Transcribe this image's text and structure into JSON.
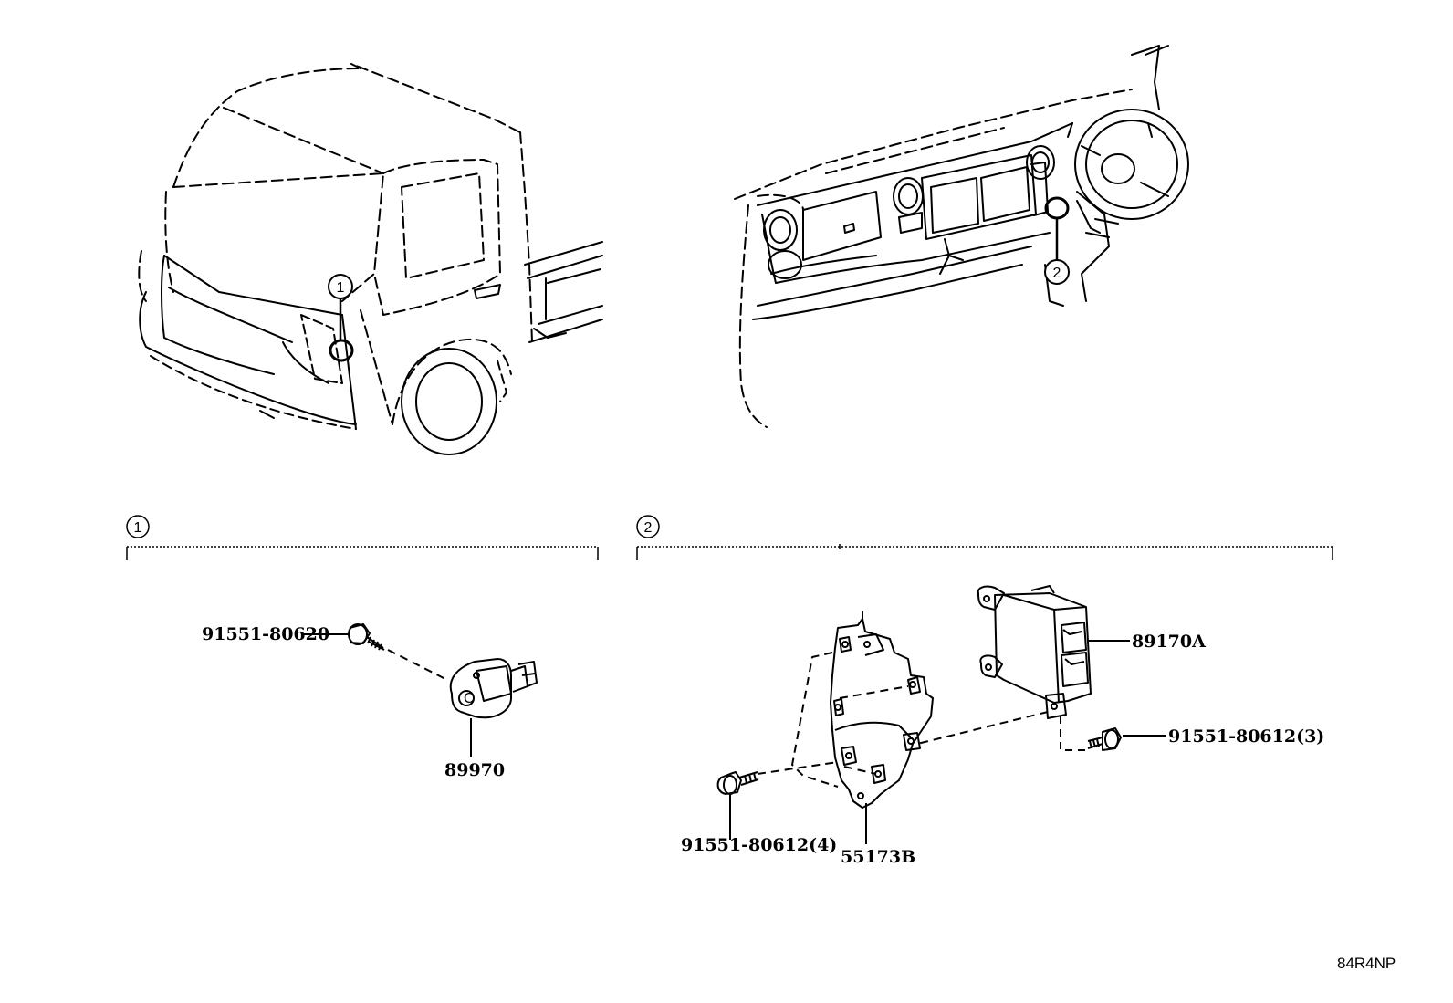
{
  "callouts": {
    "one": "1",
    "two": "2"
  },
  "sections": {
    "one": {
      "number": "1"
    },
    "two": {
      "number": "2"
    }
  },
  "parts": {
    "bolt_front": "91551-80620",
    "sensor": "89970",
    "ecu": "89170A",
    "bolt_ecu": "91551-80612(3)",
    "bolt_bracket": "91551-80612(4)",
    "bracket": "55173B"
  },
  "diagram_code": "84R4NP",
  "colors": {
    "ink": "#000000",
    "paper": "#ffffff"
  }
}
